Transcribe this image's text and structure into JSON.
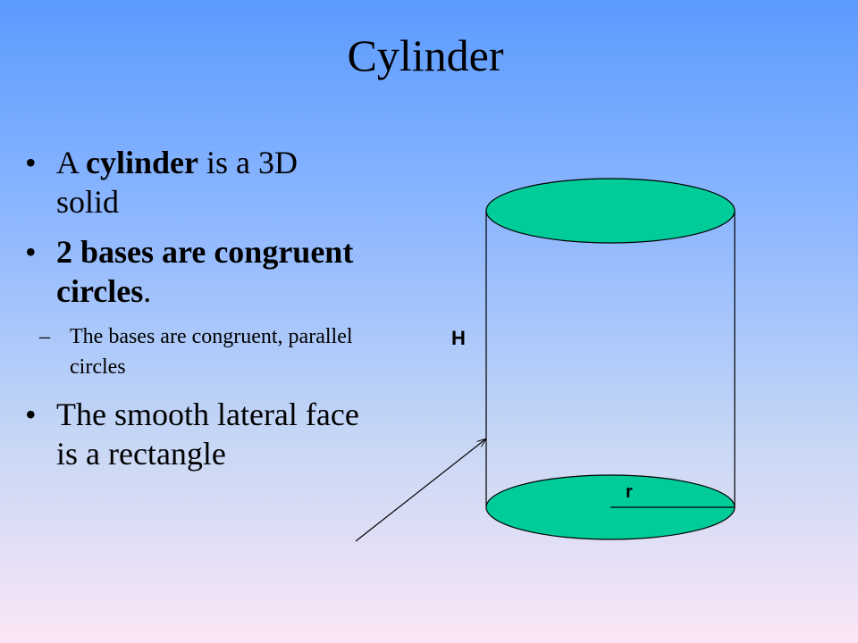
{
  "slide": {
    "title": "Cylinder",
    "bullets": [
      {
        "pre": "A ",
        "bold": "cylinder",
        "post": " is a 3D solid"
      },
      {
        "bold": "2 bases are congruent circles",
        "post": "."
      },
      {
        "text": "The bases are congruent, parallel circles"
      },
      {
        "text": "The smooth lateral face is a rectangle"
      }
    ],
    "diagram": {
      "height_label": "H",
      "radius_label": "r",
      "base_color": "#00cc99"
    }
  }
}
